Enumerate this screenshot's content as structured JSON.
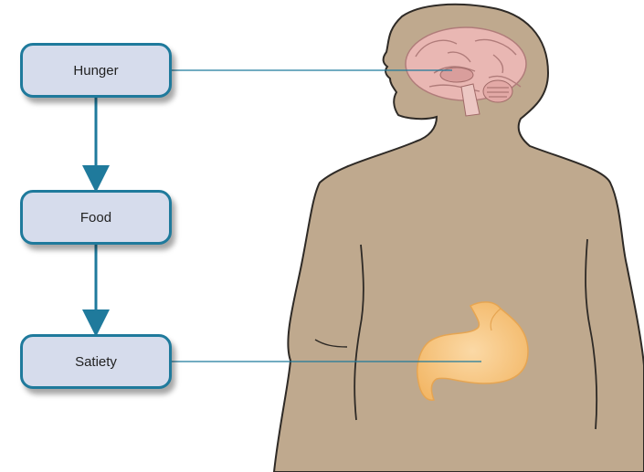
{
  "diagram": {
    "nodes": [
      {
        "id": "hunger",
        "label": "Hunger"
      },
      {
        "id": "food",
        "label": "Food"
      },
      {
        "id": "satiety",
        "label": "Satiety"
      }
    ],
    "edges": [
      {
        "from": "hunger",
        "to": "food"
      },
      {
        "from": "food",
        "to": "satiety"
      }
    ],
    "leader_lines": [
      {
        "from": "hunger",
        "to": "brain"
      },
      {
        "from": "satiety",
        "to": "stomach"
      }
    ]
  },
  "colors": {
    "box_fill": "#d6dcec",
    "box_border": "#1f7a9c",
    "arrow": "#1f7a9c",
    "body": "#bfa98e",
    "brain": "#e9b7b3",
    "stomach": "#f6c583"
  }
}
